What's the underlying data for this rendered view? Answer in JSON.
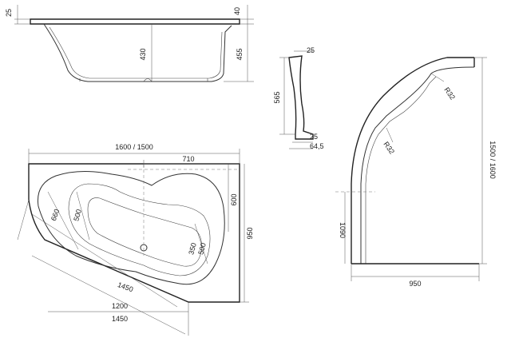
{
  "side_view": {
    "rim_height": "25",
    "rim_thickness": "40",
    "inner_depth": "430",
    "total_height": "455"
  },
  "profile_detail": {
    "top_width": "25",
    "height": "565",
    "bottom_width": "25",
    "foot_width": "64,5"
  },
  "plan_view": {
    "overall_width": "1600 / 1500",
    "offset_width": "710",
    "head_depth": "600",
    "overall_depth": "950",
    "basin_width": "660",
    "basin_length_upper": "500",
    "drain_offset_1": "350",
    "drain_offset_2": "500",
    "inner_diagonal": "1450",
    "front_length": "1200",
    "front_diagonal": "1450"
  },
  "panel_view": {
    "upper_radius": "R32",
    "lower_radius": "R32",
    "panel_height": "1500 / 1600",
    "side_height": "1090",
    "panel_width": "950"
  }
}
